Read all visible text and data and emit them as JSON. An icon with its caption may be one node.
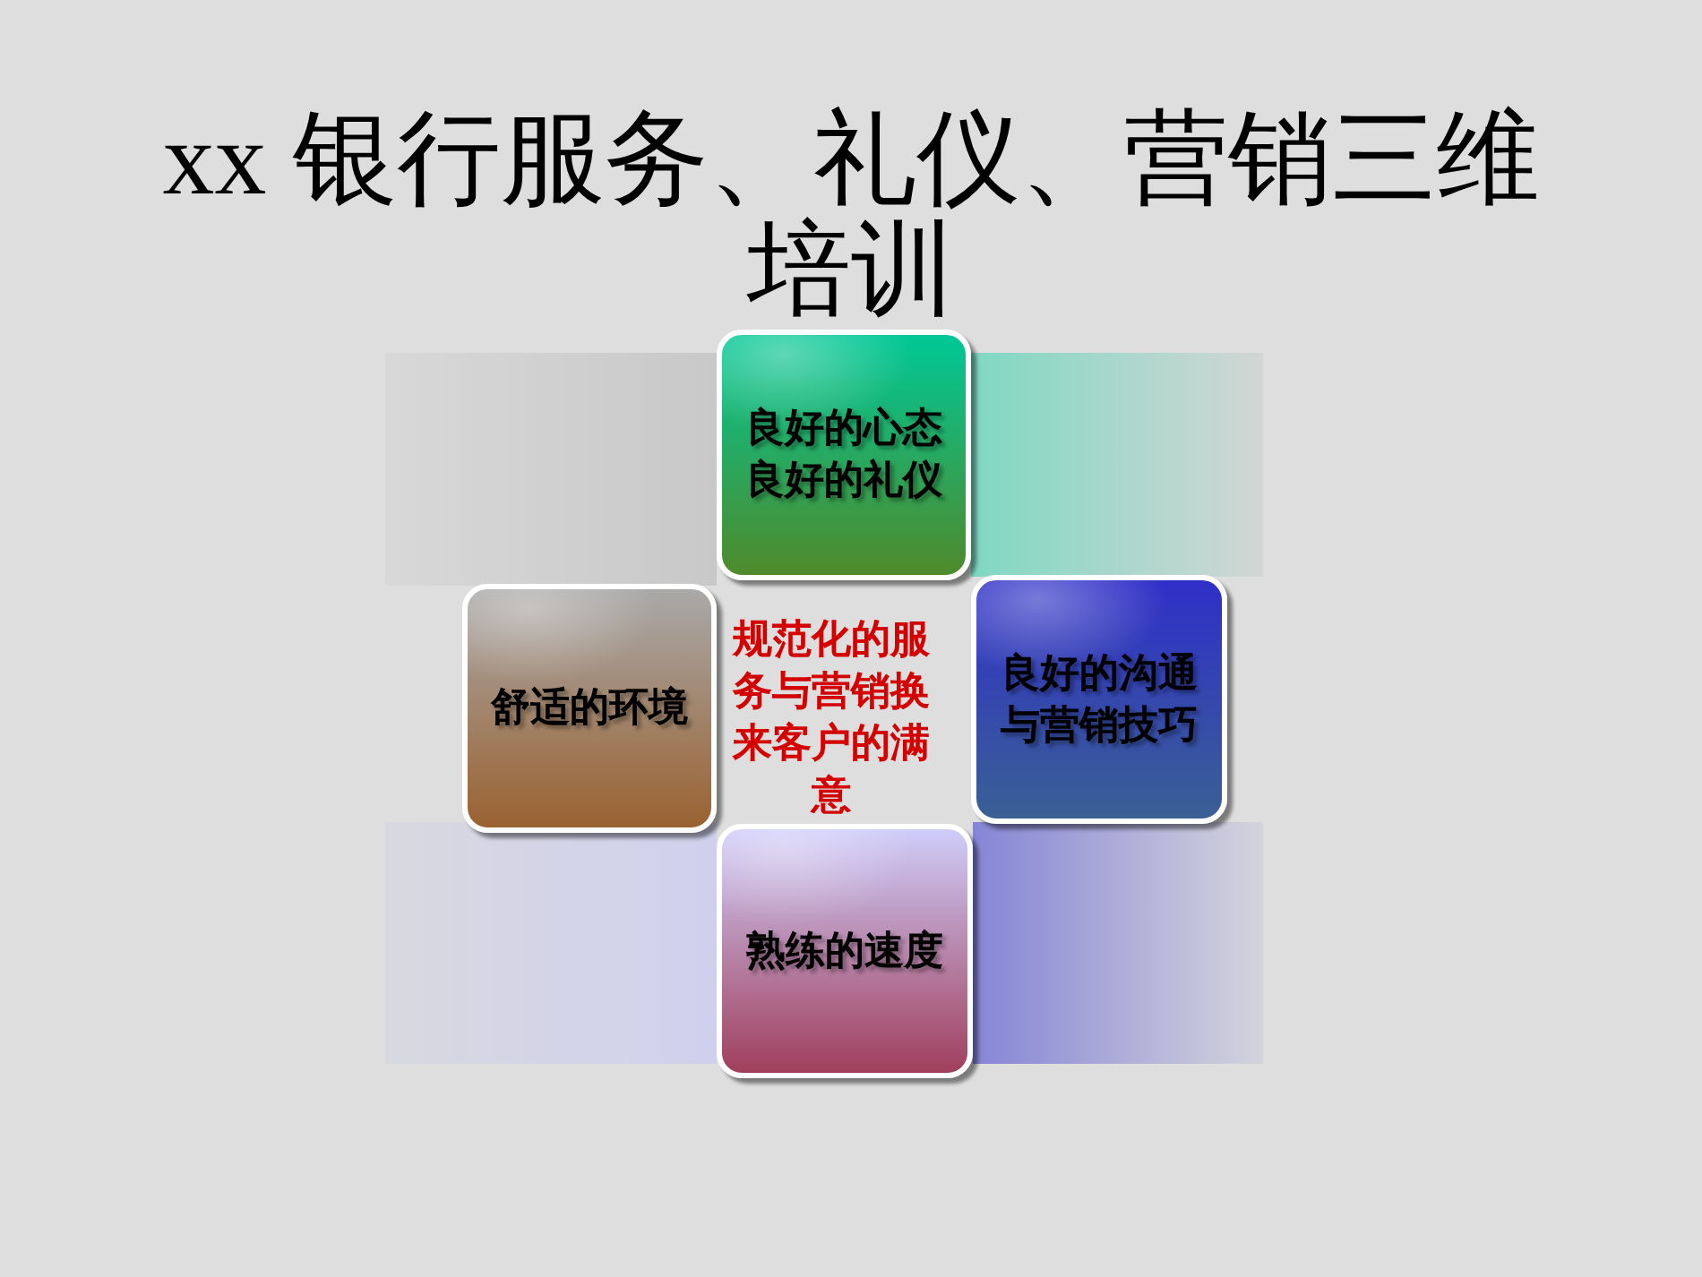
{
  "diagram": {
    "title": "xx 银行服务、礼仪、营销三维培训",
    "nodes": [
      {
        "text": [
          "良好的心态",
          "良好的礼仪"
        ]
      },
      {
        "text": [
          "舒适的环境"
        ]
      },
      {
        "text": [
          "良好的沟通与营销技巧"
        ]
      },
      {
        "text": [
          "熟练的速度"
        ]
      }
    ],
    "labels": [
      "规范化的服务与营销换来客户的满意"
    ]
  }
}
